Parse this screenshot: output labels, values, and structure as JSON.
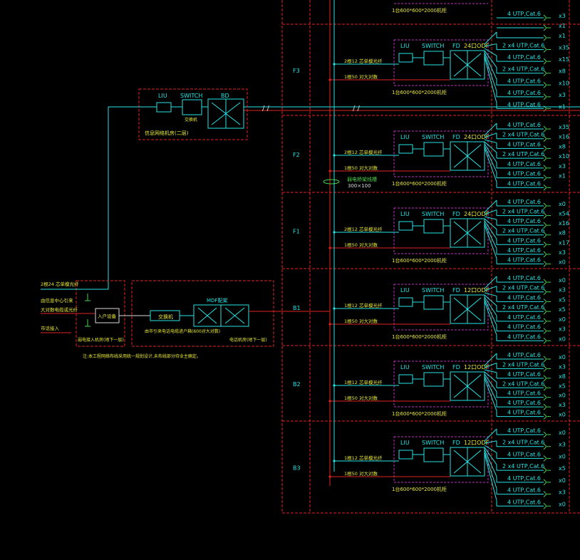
{
  "colors": {
    "background": "#000000",
    "cyan": "#27e3e3",
    "red": "#e02424",
    "magenta": "#c030c0",
    "yellow": "#e8e838",
    "green": "#4bd24b",
    "white": "#dcdcdc"
  },
  "floors": [
    {
      "label": "",
      "fiber": "",
      "cable": "",
      "rack": "1台600*600*2000机柜",
      "fd": "",
      "odf": "",
      "ports": [
        {
          "out": "4 UTP,Cat.6",
          "cnt": "x3"
        },
        {
          "out": "",
          "cnt": "x1"
        }
      ]
    },
    {
      "label": "F3",
      "fiber": "2根12 芯单模光纤",
      "cable": "1根50 对大对数",
      "rack": "1台600*600*2000机柜",
      "fd": "FD",
      "odf": "24口ODF",
      "ports": [
        {
          "out": "",
          "cnt": "x1"
        },
        {
          "out": "2 x4 UTP,Cat.6",
          "cnt": "x35"
        },
        {
          "out": "4 UTP,Cat.6",
          "cnt": "x15"
        },
        {
          "out": "2 x4 UTP,Cat.6",
          "cnt": "x8"
        },
        {
          "out": "4 UTP,Cat.6",
          "cnt": "x10"
        },
        {
          "out": "4 UTP,Cat.6",
          "cnt": "x3"
        },
        {
          "out": "4 UTP,Cat.6",
          "cnt": "x1"
        }
      ]
    },
    {
      "label": "F2",
      "fiber": "2根12 芯单模光纤",
      "cable": "1根50 对大对数",
      "rack": "1台600*600*2000机柜",
      "fd": "FD",
      "odf": "24口ODF",
      "ports": [
        {
          "out": "4 UTP,Cat.6",
          "cnt": "x35"
        },
        {
          "out": "2 x4 UTP,Cat.6",
          "cnt": "x16"
        },
        {
          "out": "4 UTP,Cat.6",
          "cnt": "x8"
        },
        {
          "out": "2 x4 UTP,Cat.6",
          "cnt": "x10"
        },
        {
          "out": "4 UTP,Cat.6",
          "cnt": "x3"
        },
        {
          "out": "4 UTP,Cat.6",
          "cnt": "x1"
        },
        {
          "out": "4 UTP,Cat.6",
          "cnt": ""
        }
      ]
    },
    {
      "label": "F1",
      "fiber": "2根12 芯单模光纤",
      "cable": "1根50 对大对数",
      "rack": "1台600*600*2000机柜",
      "fd": "FD",
      "odf": "24口ODF",
      "ports": [
        {
          "out": "4 UTP,Cat.6",
          "cnt": "x0"
        },
        {
          "out": "2 x4 UTP,Cat.6",
          "cnt": "x54"
        },
        {
          "out": "4 UTP,Cat.6",
          "cnt": "x16"
        },
        {
          "out": "2 x4 UTP,Cat.6",
          "cnt": "x8"
        },
        {
          "out": "4 UTP,Cat.6",
          "cnt": "x17"
        },
        {
          "out": "4 UTP,Cat.6",
          "cnt": "x3"
        },
        {
          "out": "4 UTP,Cat.6",
          "cnt": "x0"
        }
      ]
    },
    {
      "label": "B1",
      "fiber": "1根12 芯单模光纤",
      "cable": "1根50 对大对数",
      "rack": "1台600*600*2000机柜",
      "fd": "FD",
      "odf": "12口ODF",
      "ports": [
        {
          "out": "4 UTP,Cat.6",
          "cnt": "x0"
        },
        {
          "out": "2 x4 UTP,Cat.6",
          "cnt": "x3"
        },
        {
          "out": "4 UTP,Cat.6",
          "cnt": "x5"
        },
        {
          "out": "2 x4 UTP,Cat.6",
          "cnt": "x5"
        },
        {
          "out": "4 UTP,Cat.6",
          "cnt": "x0"
        },
        {
          "out": "4 UTP,Cat.6",
          "cnt": "x3"
        },
        {
          "out": "4 UTP,Cat.6",
          "cnt": "x0"
        }
      ]
    },
    {
      "label": "B2",
      "fiber": "1根12 芯单模光纤",
      "cable": "1根50 对大对数",
      "rack": "1台600*600*2000机柜",
      "fd": "FD",
      "odf": "12口ODF",
      "ports": [
        {
          "out": "4 UTP,Cat.6",
          "cnt": "x0"
        },
        {
          "out": "2 x4 UTP,Cat.6",
          "cnt": "x3"
        },
        {
          "out": "4 UTP,Cat.6",
          "cnt": "x8"
        },
        {
          "out": "2 x4 UTP,Cat.6",
          "cnt": "x5"
        },
        {
          "out": "4 UTP,Cat.6",
          "cnt": "x0"
        },
        {
          "out": "4 UTP,Cat.6",
          "cnt": "x3"
        },
        {
          "out": "4 UTP,Cat.6",
          "cnt": "x0"
        }
      ]
    },
    {
      "label": "B3",
      "fiber": "1根12 芯单模光纤",
      "cable": "1根50 对大对数",
      "rack": "1台600*600*2000机柜",
      "fd": "FD",
      "odf": "12口ODF",
      "ports": [
        {
          "out": "4 UTP,Cat.6",
          "cnt": "x0"
        },
        {
          "out": "2 x4 UTP,Cat.6",
          "cnt": "x3"
        },
        {
          "out": "4 UTP,Cat.6",
          "cnt": "x0"
        },
        {
          "out": "2 x4 UTP,Cat.6",
          "cnt": "x5"
        },
        {
          "out": "4 UTP,Cat.6",
          "cnt": "x0"
        },
        {
          "out": "4 UTP,Cat.6",
          "cnt": "x3"
        },
        {
          "out": "4 UTP,Cat.6",
          "cnt": "x0"
        }
      ]
    }
  ],
  "box_labels": {
    "liu": "LIU",
    "switch": "SWITCH"
  },
  "bd_room": {
    "liu": "LIU",
    "switch": "SWITCH",
    "switch_sub": "交换机",
    "bd": "BD",
    "title": "信息网络机房(二层)"
  },
  "riser": {
    "tray": "弱电桥架线槽",
    "size": "300×100"
  },
  "entrance": {
    "fiber": "2根24 芯单模光纤",
    "line1": "由信息中心引来",
    "line2": "大对数电缆或光纤",
    "line3": "市话接入",
    "device": "入户设备",
    "room": "弱电接入机房(地下一层)"
  },
  "mdf_room": {
    "switch": "交换机",
    "mdf": "MDF配架",
    "room": "电话机房(地下一层)",
    "desc": "由市引来电话电缆进户箱(600对大对数)"
  },
  "note": "注:本工程网络布线采用统一规划设计,未布线部分待业主确定。"
}
